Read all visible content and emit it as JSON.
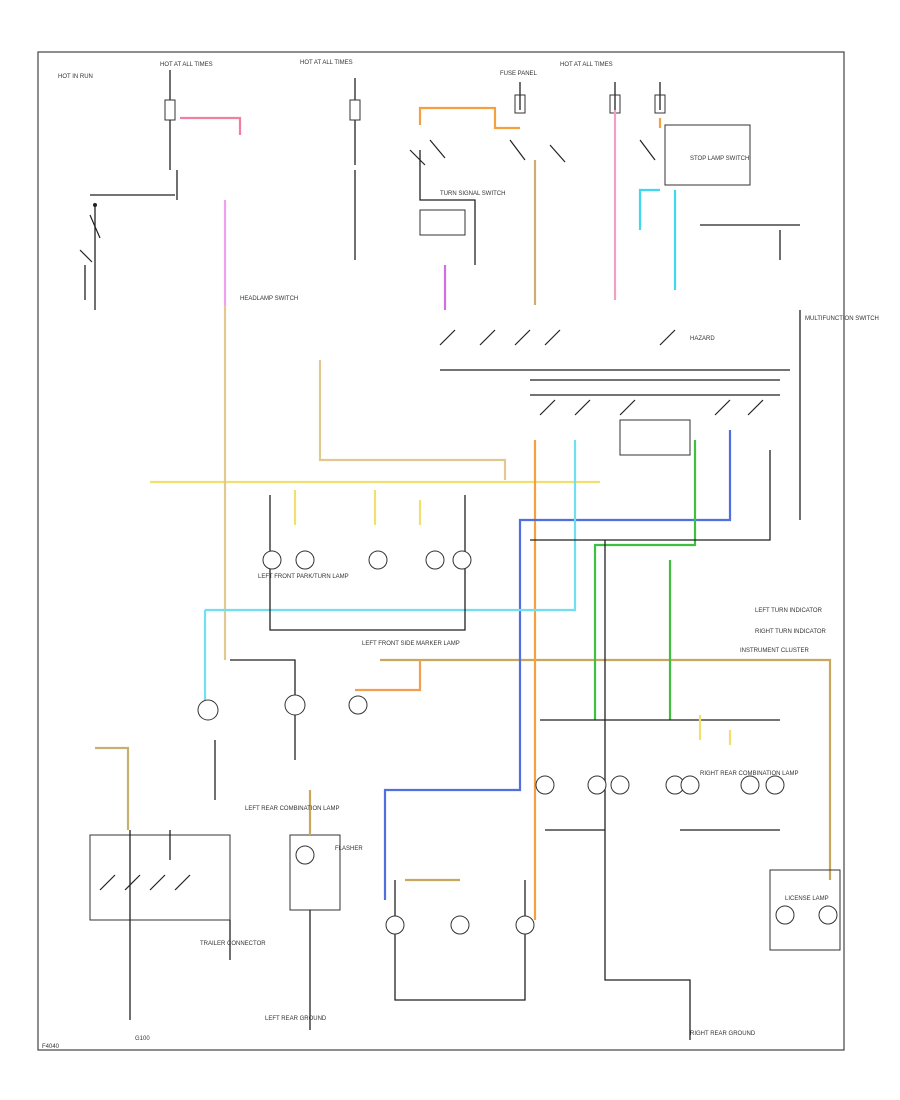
{
  "figure_code": "F4040",
  "labels": {
    "hot_run": "HOT IN RUN",
    "fuse_panel": "FUSE PANEL",
    "hot_at_all_times_left": "HOT AT ALL TIMES",
    "hot_at_all_times_mid": "HOT AT ALL TIMES",
    "hot_at_all_times_right": "HOT AT ALL TIMES",
    "headlamp_switch": "HEADLAMP SWITCH",
    "hazard": "HAZARD",
    "turn_signal_switch": "TURN SIGNAL SWITCH",
    "stop_lamp_switch": "STOP LAMP SWITCH",
    "multifunction_switch": "MULTIFUNCTION SWITCH",
    "left_turn_indicator": "LEFT TURN INDICATOR",
    "right_turn_indicator": "RIGHT TURN INDICATOR",
    "instrument_cluster": "INSTRUMENT CLUSTER",
    "left_front_park": "LEFT FRONT PARK/TURN LAMP",
    "left_front_side_marker": "LEFT FRONT SIDE MARKER LAMP",
    "left_rear_combo": "LEFT REAR COMBINATION LAMP",
    "right_rear_combo": "RIGHT REAR COMBINATION LAMP",
    "license_lamp": "LICENSE LAMP",
    "trailer_connector": "TRAILER CONNECTOR",
    "left_rear_ground": "LEFT REAR GROUND",
    "right_rear_ground": "RIGHT REAR GROUND",
    "flasher": "FLASHER",
    "ground_note": "G100"
  }
}
